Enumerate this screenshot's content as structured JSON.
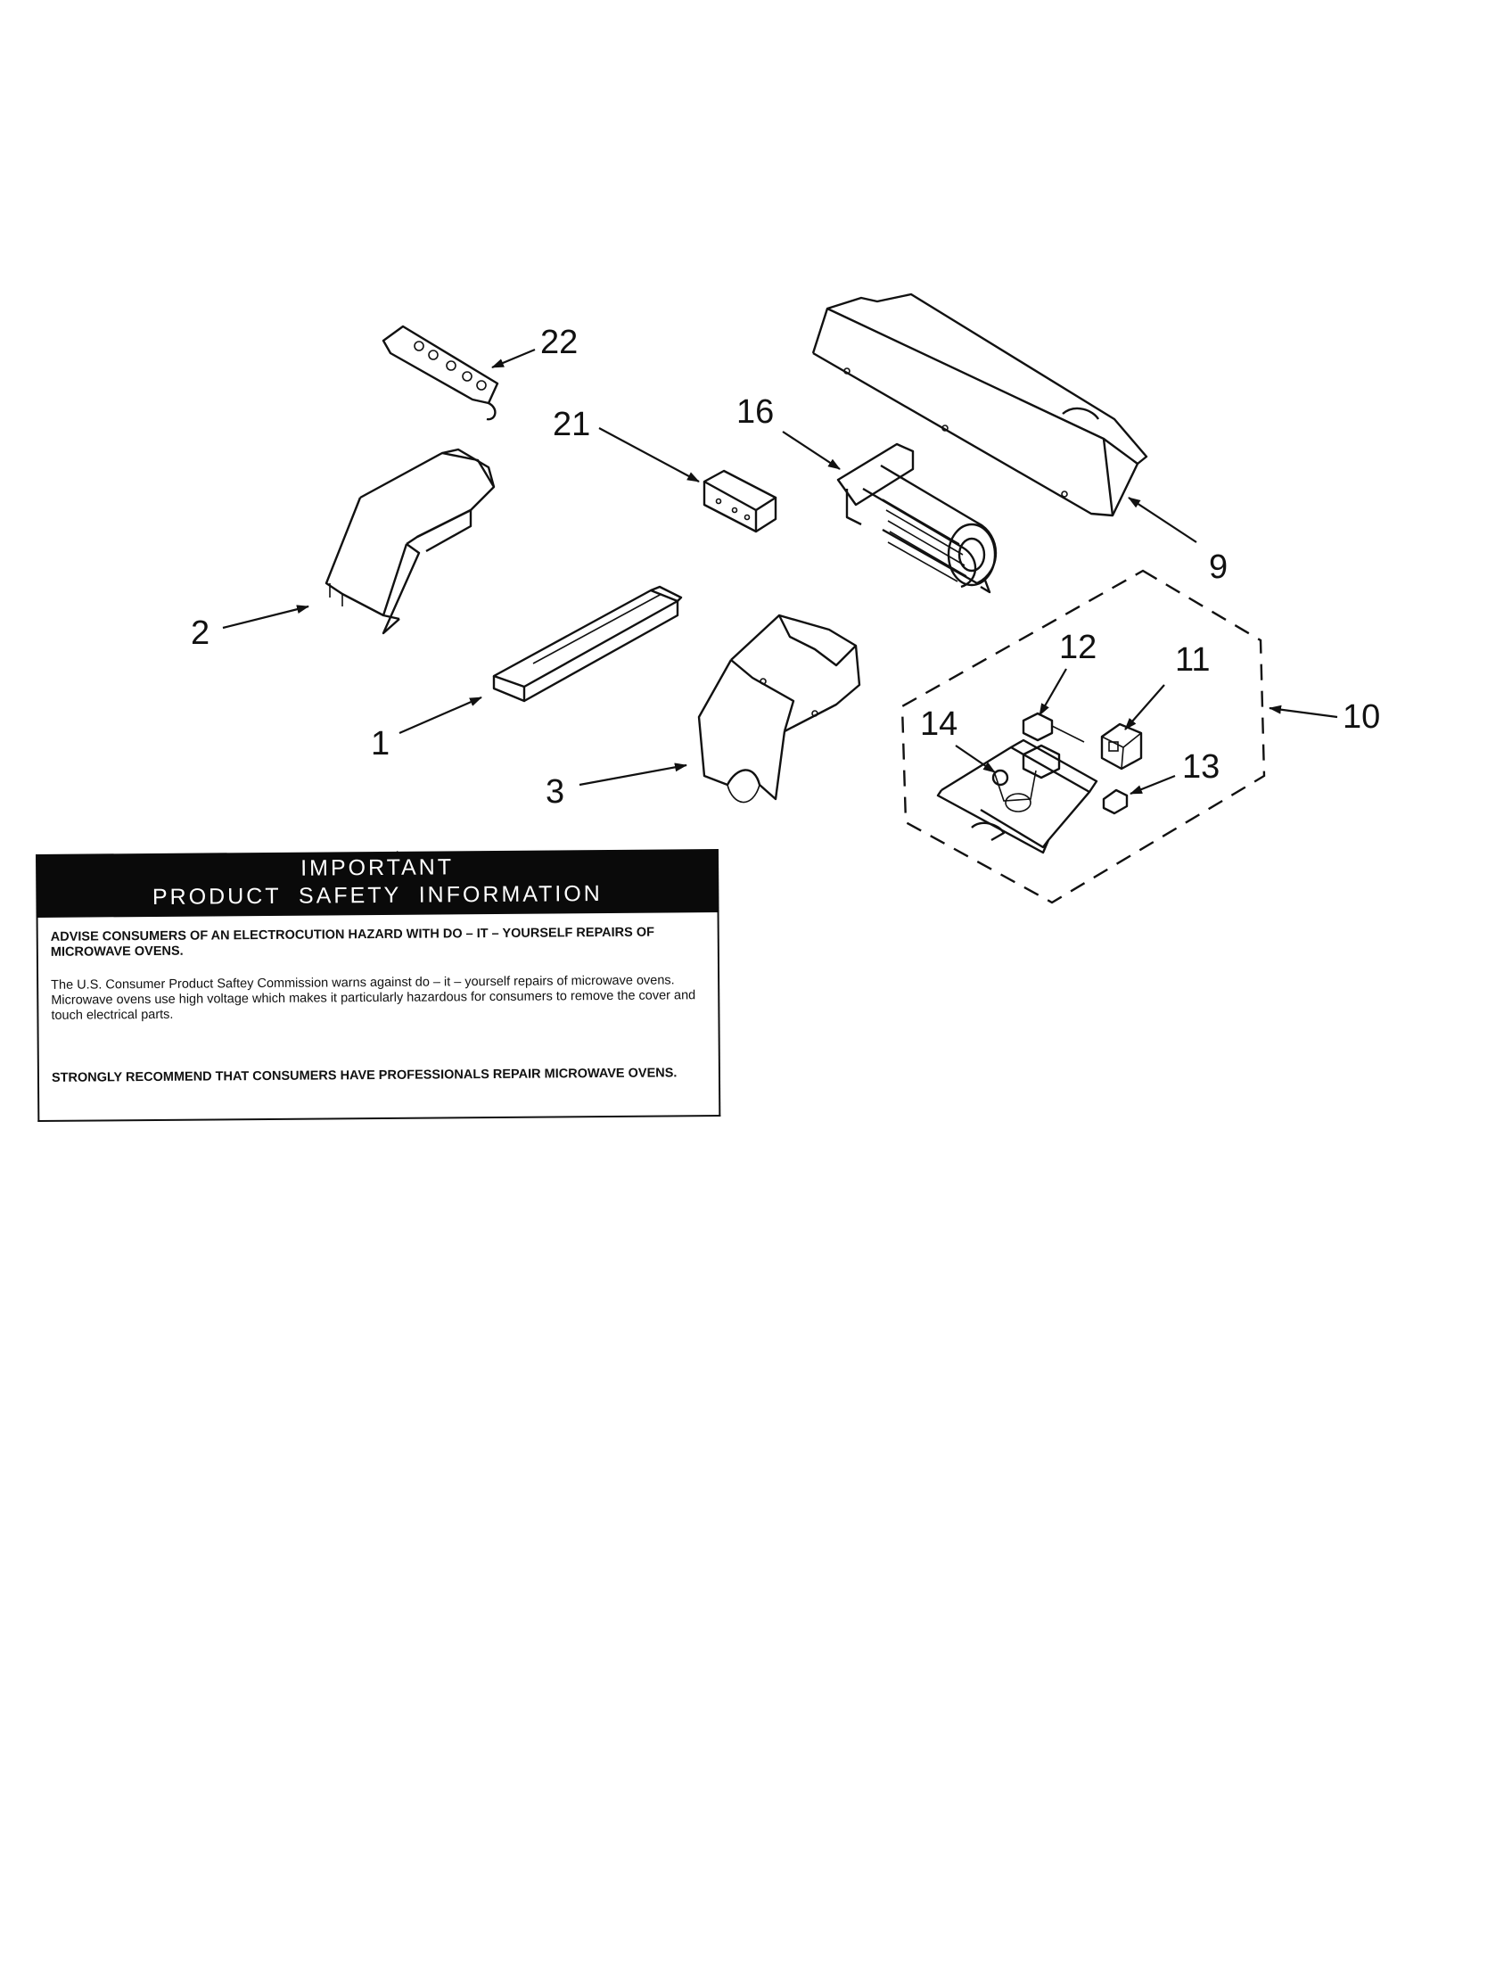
{
  "callouts": {
    "c1": "1",
    "c2": "2",
    "c3": "3",
    "c9": "9",
    "c10": "10",
    "c11": "11",
    "c12": "12",
    "c13": "13",
    "c14": "14",
    "c16": "16",
    "c21": "21",
    "c22": "22"
  },
  "safety_notice": {
    "header_line1": "IMPORTANT",
    "header_line2": "PRODUCT  SAFETY  INFORMATION",
    "advise": "ADVISE CONSUMERS OF AN ELECTROCUTION HAZARD WITH DO – IT – YOURSELF REPAIRS OF MICROWAVE OVENS.",
    "commission": "The U.S. Consumer Product Saftey Commission warns against do – it – yourself repairs of microwave ovens. Microwave ovens use high voltage which makes it particularly hazardous for consumers to remove the cover and touch electrical parts.",
    "recommend": "STRONGLY RECOMMEND THAT CONSUMERS HAVE PROFESSIONALS REPAIR MICROWAVE OVENS."
  }
}
